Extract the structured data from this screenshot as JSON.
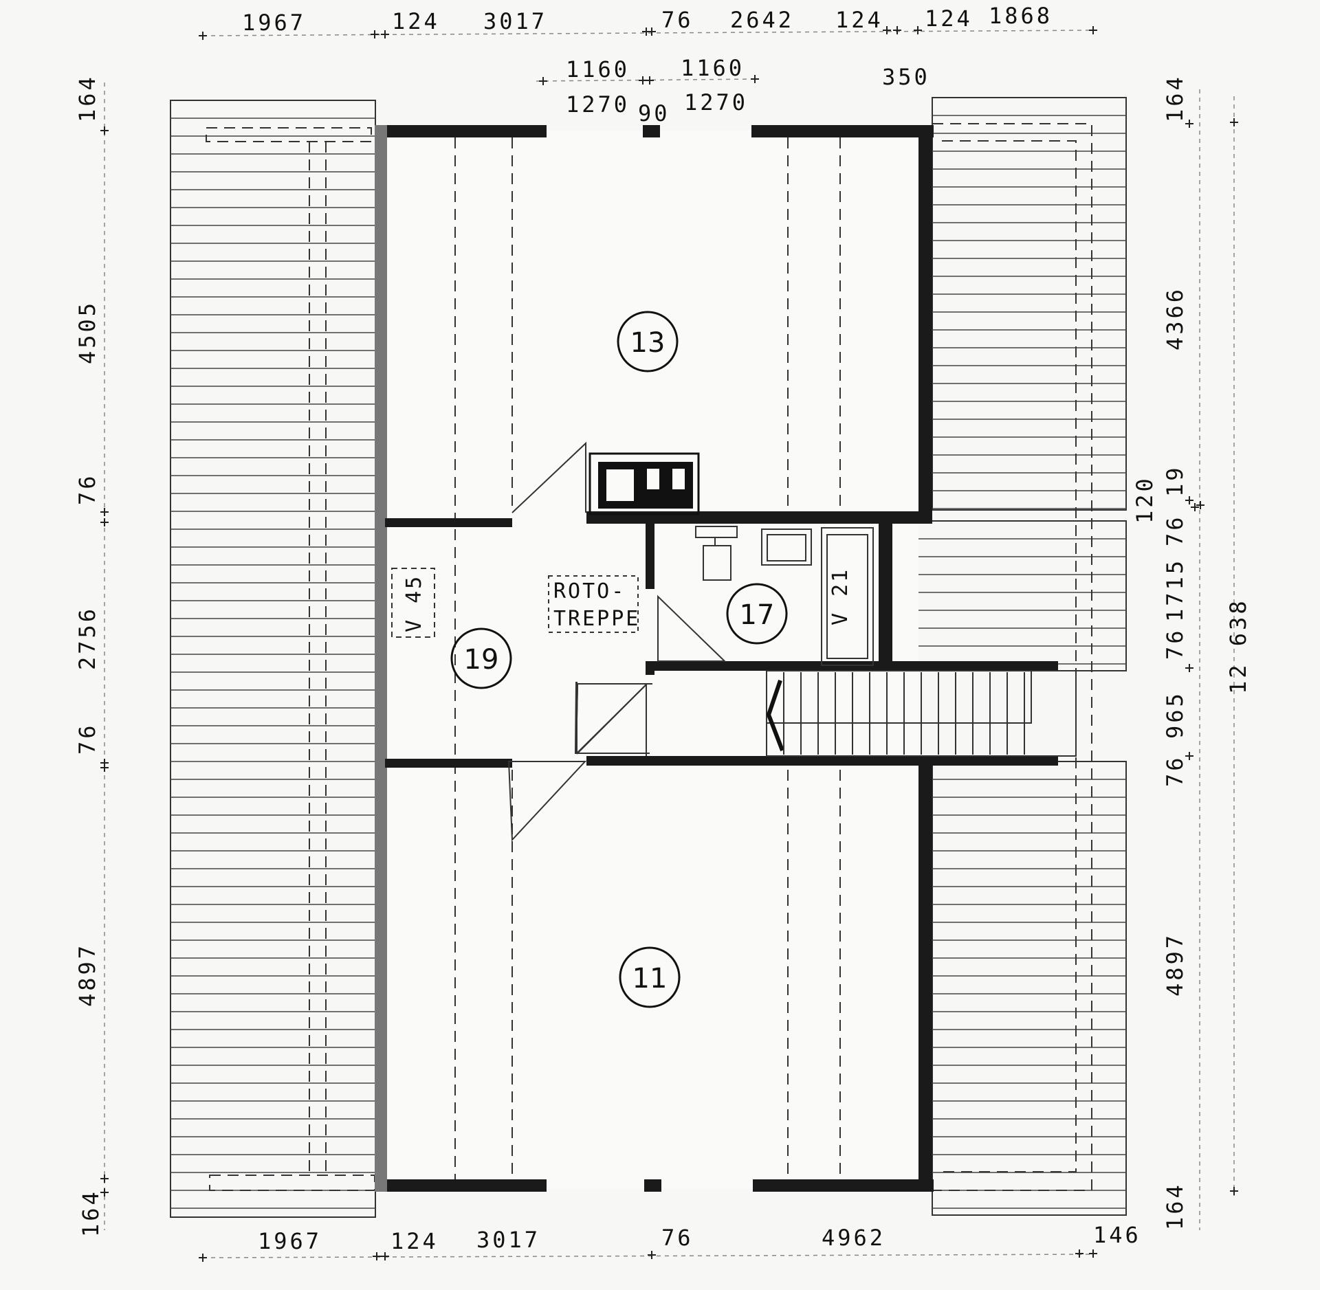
{
  "drawing": {
    "rooms": [
      {
        "id": "13"
      },
      {
        "id": "17"
      },
      {
        "id": "19"
      },
      {
        "id": "11"
      }
    ],
    "labels": {
      "stair_line1": "ROTO-",
      "stair_line2": "TREPPE",
      "v45": "V 45",
      "v21": "V 21"
    },
    "dimensions": {
      "top_row": [
        "1967",
        "124",
        "3017",
        "76",
        "2642",
        "124",
        "124",
        "1868"
      ],
      "top_row2": [
        "1160",
        "1160",
        "350"
      ],
      "top_row3": [
        "1270",
        "90",
        "1270"
      ],
      "bottom_row": [
        "1967",
        "124",
        "3017",
        "76",
        "4962",
        "146"
      ],
      "left_col": [
        "164",
        "4505",
        "76",
        "2756",
        "76",
        "4897",
        "164"
      ],
      "right_col": [
        "164",
        "4366",
        "19",
        "120",
        "76",
        "1715",
        "76",
        "965",
        "76",
        "12 638",
        "4897",
        "164"
      ]
    }
  }
}
